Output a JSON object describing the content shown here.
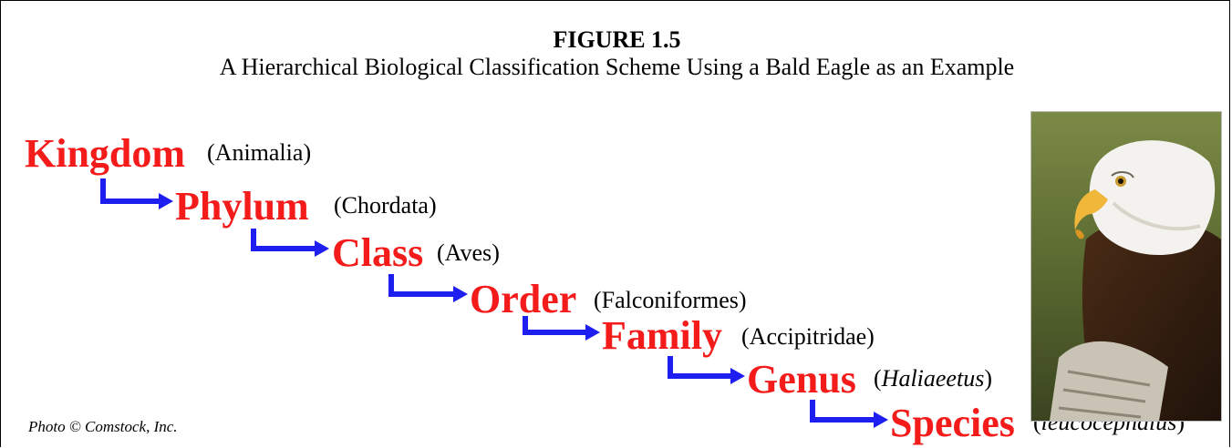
{
  "figure": {
    "number": "FIGURE 1.5",
    "title": "A Hierarchical Biological Classification Scheme Using a Bald Eagle as an Example"
  },
  "levels": [
    {
      "rank": "Kingdom",
      "taxon": "Animalia",
      "taxon_italic": false
    },
    {
      "rank": "Phylum",
      "taxon": "Chordata",
      "taxon_italic": false
    },
    {
      "rank": "Class",
      "taxon": "Aves",
      "taxon_italic": false
    },
    {
      "rank": "Order",
      "taxon": "Falconiformes",
      "taxon_italic": false
    },
    {
      "rank": "Family",
      "taxon": "Accipitridae",
      "taxon_italic": false
    },
    {
      "rank": "Genus",
      "taxon": "Haliaeetus",
      "taxon_italic": true
    },
    {
      "rank": "Species",
      "taxon": "leucocephalus",
      "taxon_italic": true
    }
  ],
  "photo": {
    "subject": "bald-eagle-photo"
  },
  "credit": "Photo © Comstock, Inc.",
  "colors": {
    "rank": "#f41b1b",
    "arrow": "#1e1ef0",
    "text": "#000000"
  }
}
